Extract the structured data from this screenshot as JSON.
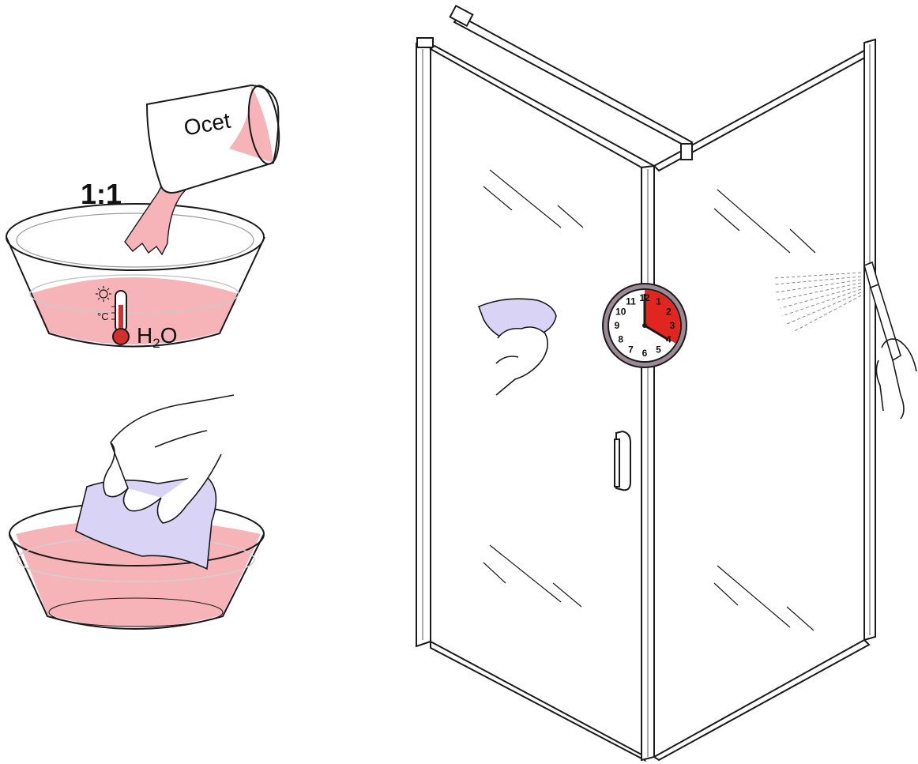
{
  "mix": {
    "ratio": "1:1",
    "vinegar_label": "Ocet",
    "water_label": "H",
    "water_sub": "2",
    "water_tail": "O",
    "temp_unit": "°C"
  },
  "clock": {
    "numbers": [
      "12",
      "1",
      "2",
      "3",
      "4",
      "5",
      "6",
      "7",
      "8",
      "9",
      "10",
      "11"
    ],
    "highlight_color": "#e0261f",
    "highlight_minutes": 20
  },
  "colors": {
    "liquid": "#f7b4b8",
    "cloth": "#d9d4f5",
    "outline": "#1a1a1a"
  }
}
